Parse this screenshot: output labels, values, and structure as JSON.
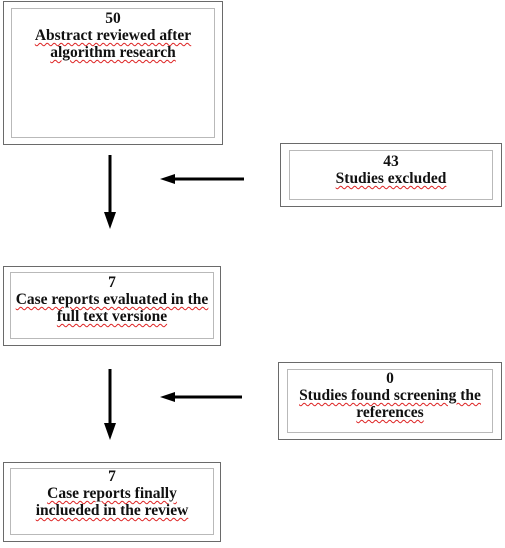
{
  "boxes": {
    "abstract": {
      "count": "50",
      "lines": [
        "Abstract reviewed after",
        "algorithm research"
      ]
    },
    "excluded": {
      "count": "43",
      "lines": [
        "Studies excluded"
      ]
    },
    "case_eval": {
      "count": "7",
      "lines": [
        "Case reports evaluated in the",
        "full text versione"
      ]
    },
    "screening": {
      "count": "0",
      "lines": [
        "Studies found screening the",
        "references"
      ]
    },
    "final": {
      "count": "7",
      "lines": [
        "Case reports finally",
        "inclueded in the review"
      ]
    }
  },
  "colors": {
    "border": "#6a6a6a",
    "inner_border": "#b9b9b9",
    "arrow": "#000000",
    "spellcheck": "#dd2222"
  }
}
